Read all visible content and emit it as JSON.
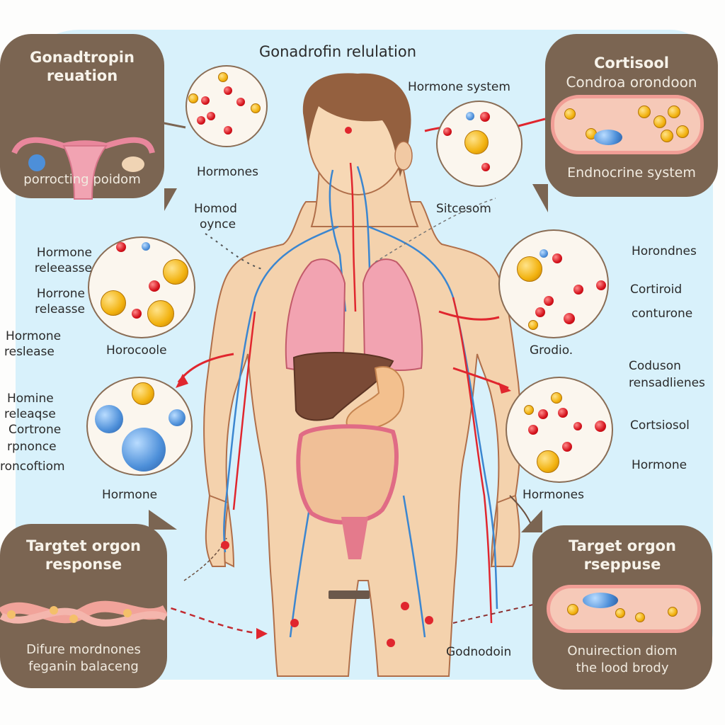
{
  "title": "Gonadrofin relulation",
  "callouts": {
    "top_left": {
      "title_line1": "Gonadtropin",
      "title_line2": "reuation",
      "caption": "porrocting poidom"
    },
    "top_right": {
      "title": "Cortisool",
      "subtitle": "Condroa orondoon",
      "caption": "Endnocrine system"
    },
    "bottom_left": {
      "title_line1": "Targtet  orgon",
      "title_line2": "response",
      "caption_line1": "Difure mordnones",
      "caption_line2": "feganin balaceng"
    },
    "bottom_right": {
      "title_line1": "Target orgon",
      "title_line2": "rseppuse",
      "caption_line1": "Onuirection diom",
      "caption_line2": "the lood brody"
    }
  },
  "labels": {
    "hormones_top": "Hormones",
    "hormone_system": "Hormone system",
    "sitcesom": "Sitcesom",
    "homod_line1": "Homod",
    "homod_line2": "oynce",
    "left_1_line1": "Hormone",
    "left_1_line2": "releeasse",
    "left_2_line1": "Horrone",
    "left_2_line2": "releasse",
    "left_3_line1": "Hormone",
    "left_3_line2": "reslease",
    "horocoole": "Horocoole",
    "left_4_line1": "Homine",
    "left_4_line2": "releaqse",
    "left_5_line1": "Cortrone",
    "left_5_line2": "rpnonce",
    "left_5_line3": "roncoftiom",
    "hormone_left_bottom": "Hormone",
    "right_1": "Horondnes",
    "right_2": "Cortiroid",
    "right_3": "conturone",
    "grodio": "Grodio.",
    "right_4_line1": "Coduson",
    "right_4_line2": "rensadlienes",
    "right_5": "Cortsiosol",
    "right_6": "Hormone",
    "hormones_right_bottom": "Hormones",
    "godnodoin": "Godnodoin"
  },
  "colors": {
    "background": "#d8f1fb",
    "bubble": "#7b6552",
    "skin": "#f4d2ad",
    "artery": "#e0262e",
    "vein": "#3b86d0",
    "lung": "#f2a3b1",
    "liver": "#7a4a36"
  }
}
